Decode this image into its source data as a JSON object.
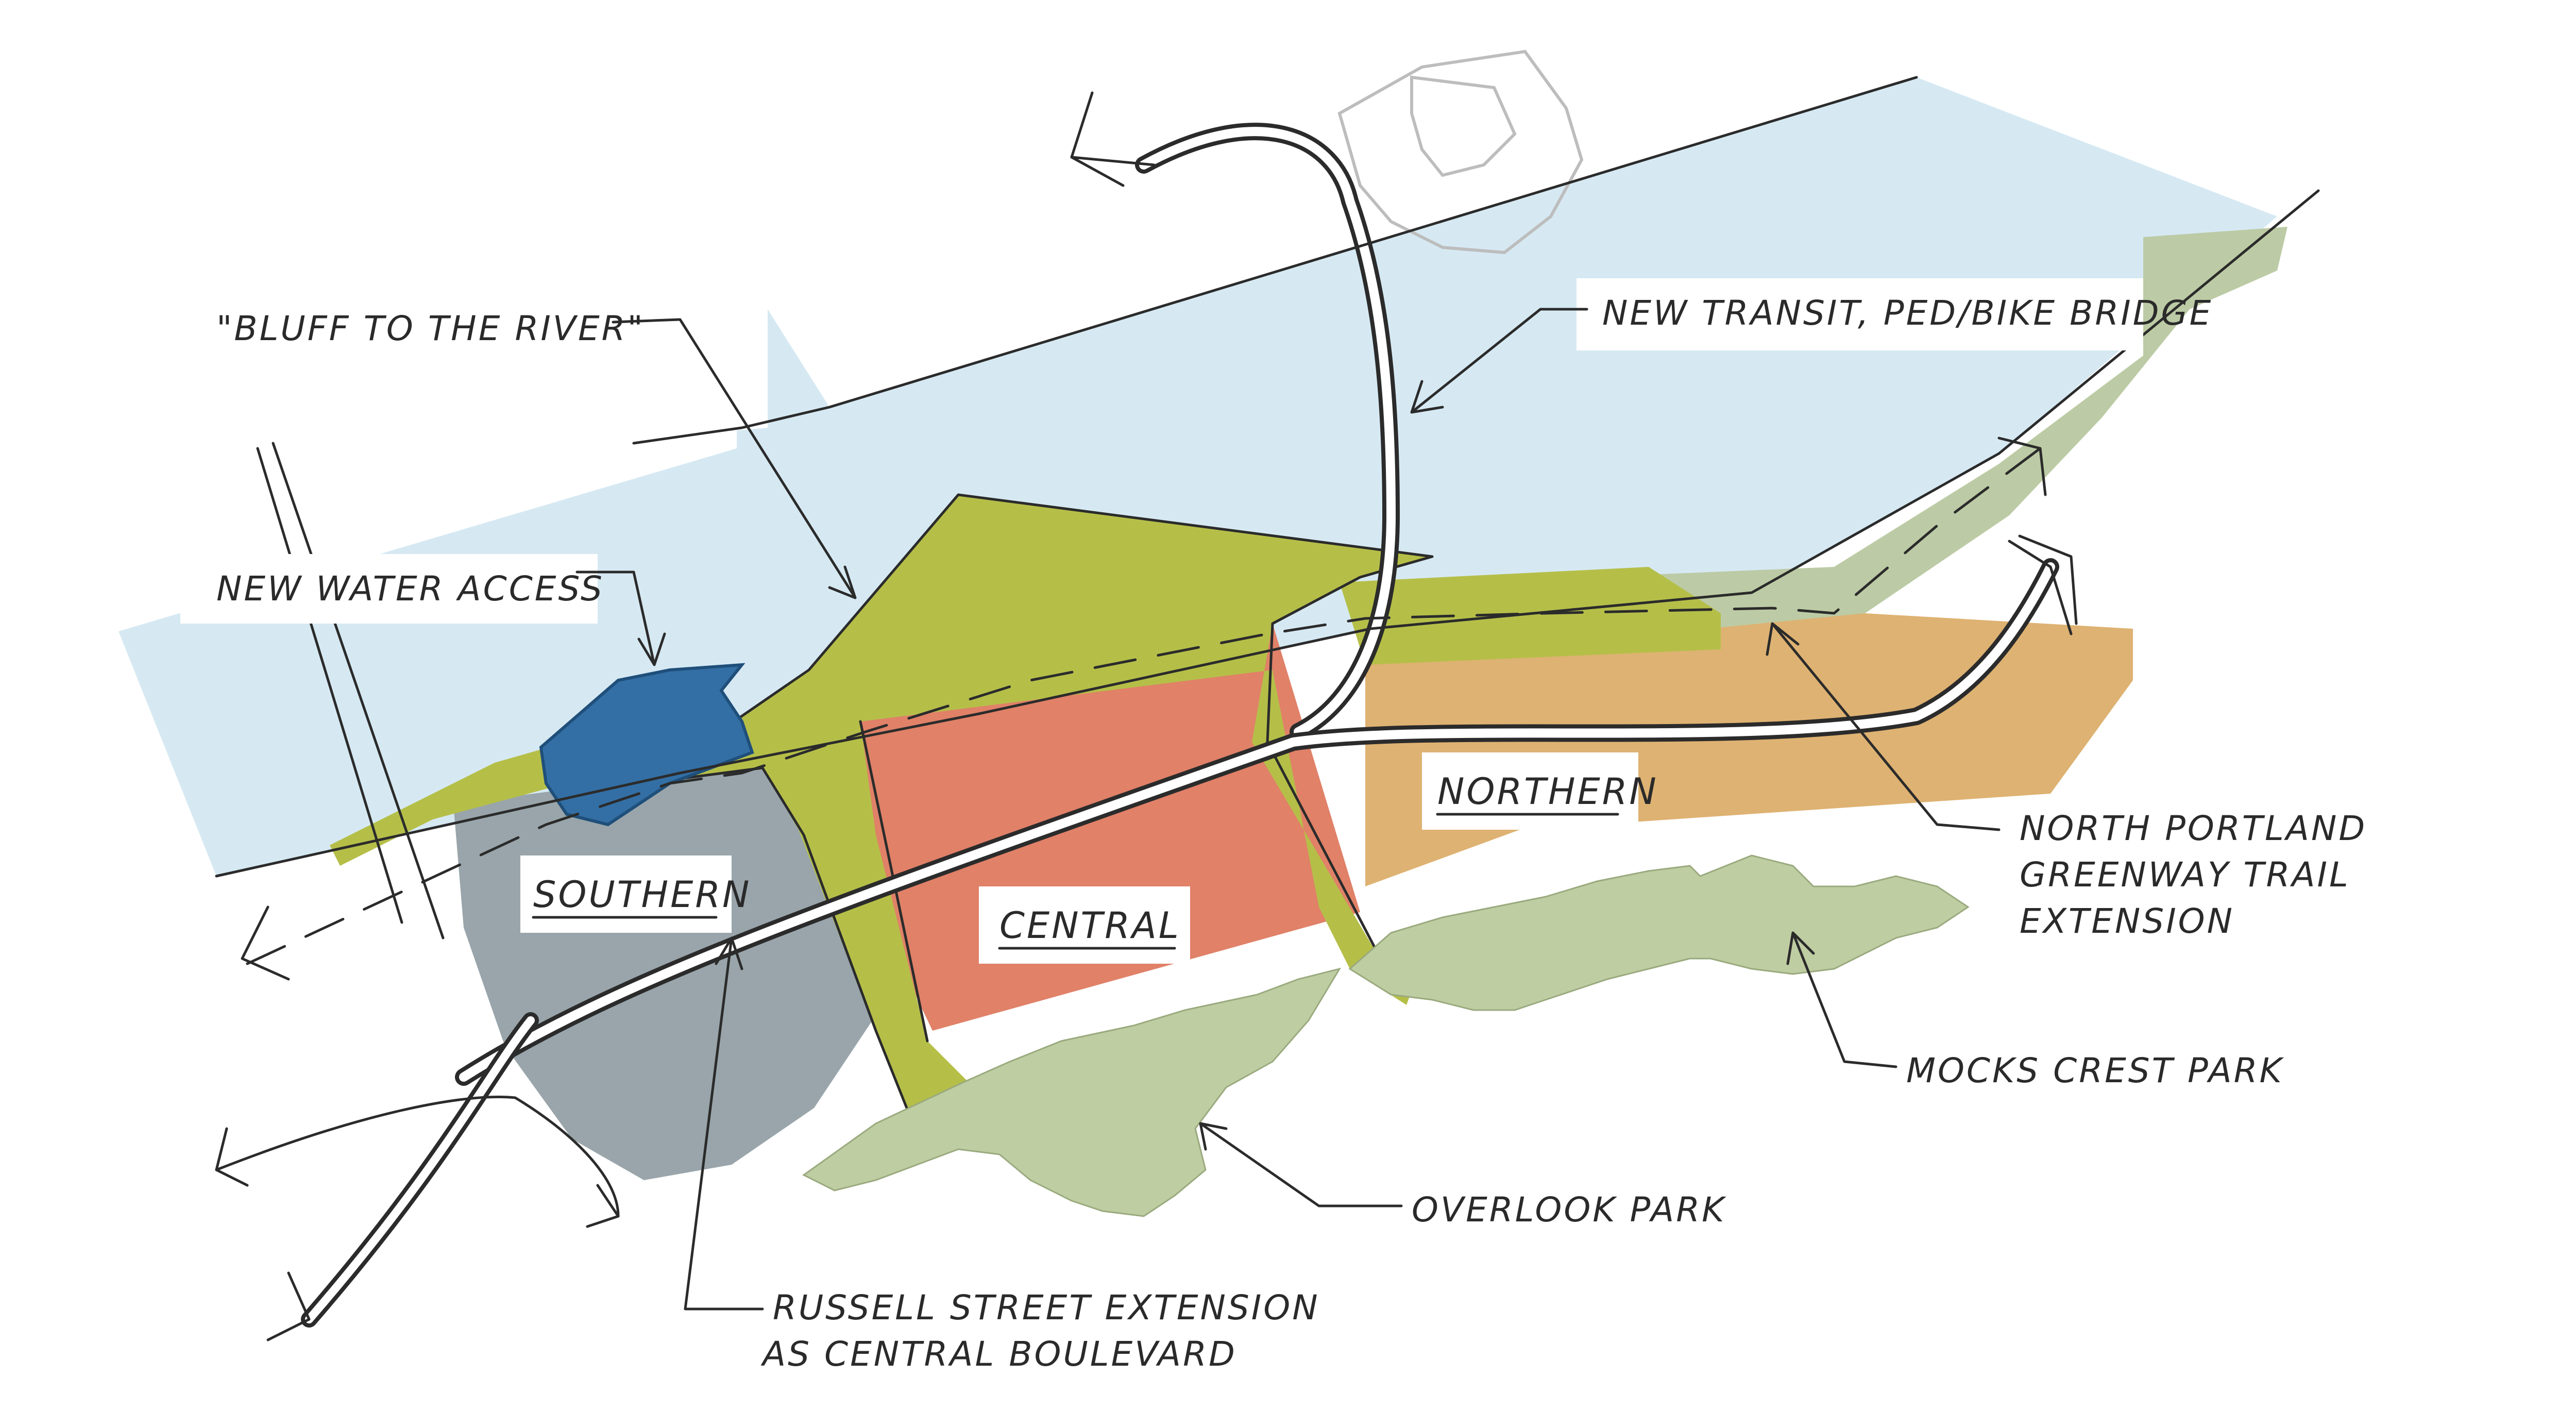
{
  "colors": {
    "river": "#d6e9f3",
    "bluff_green": "#b5bf48",
    "greenway": "#bccba5",
    "central": "#e08168",
    "northern": "#deb272",
    "southern": "#99a5aa",
    "water_access": "#336fa5",
    "park": "#bfcda2",
    "ink": "#2b2b2b",
    "label_box": "#ffffff"
  },
  "labels": {
    "bluff_to_river": "\"BLUFF TO THE RIVER\"",
    "new_water_access": "NEW WATER ACCESS",
    "new_transit_bridge": "NEW TRANSIT, PED/BIKE BRIDGE",
    "north_portland_trail": [
      "NORTH PORTLAND",
      "GREENWAY TRAIL",
      "EXTENSION"
    ],
    "mocks_crest_park": "MOCKS CREST PARK",
    "overlook_park": "OVERLOOK PARK",
    "russell_street": [
      "RUSSELL STREET EXTENSION",
      "AS CENTRAL BOULEVARD"
    ]
  },
  "districts": {
    "southern": "SOUTHERN",
    "central": "CENTRAL",
    "northern": "NORTHERN"
  }
}
